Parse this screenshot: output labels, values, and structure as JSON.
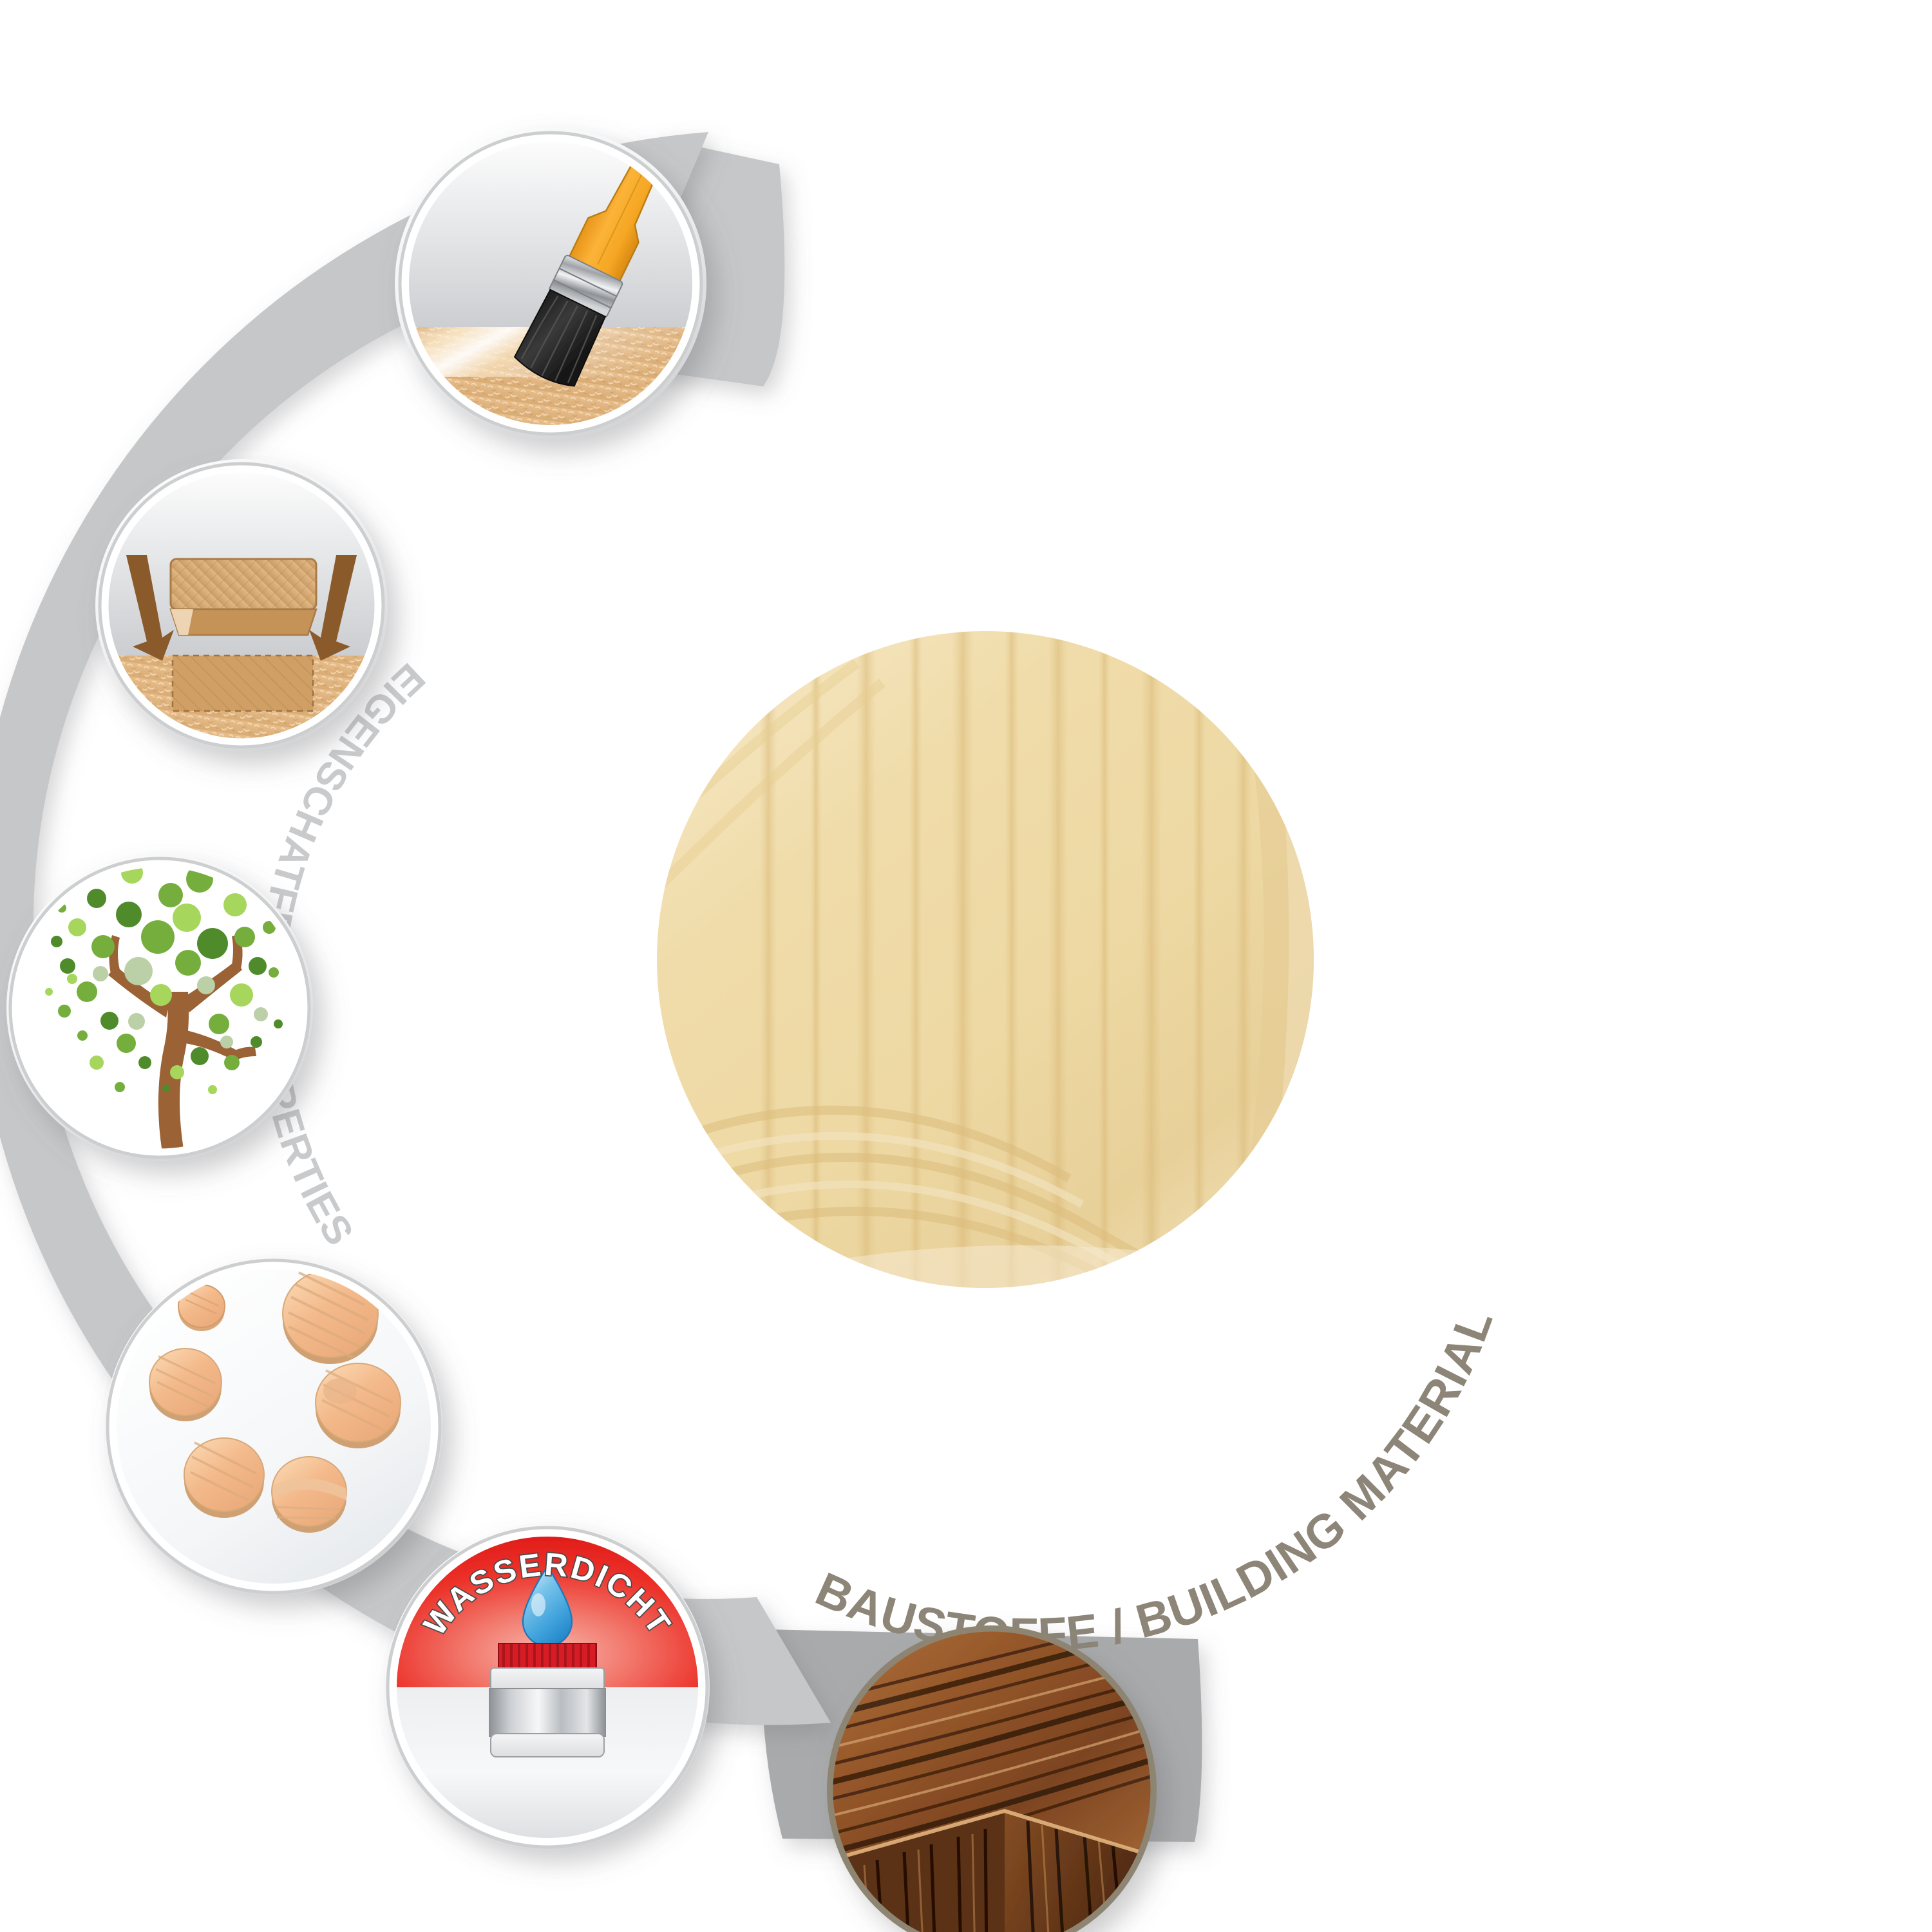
{
  "graphic": {
    "type": "circular-feature-diagram",
    "subject": "wood / timber building materials",
    "background_color": "#ffffff",
    "arc_color": "#c6c7c9",
    "arc_tab_color": "#b3b4b6"
  },
  "labels": {
    "left_arc": {
      "name": "properties-arc-label",
      "text": "EIGENSCHATFEN / PROPERTIES",
      "color": "#c9cacc",
      "orientation": "curved-vertical-left"
    },
    "right_arc": {
      "name": "building-materials-arc-label",
      "text": "BAUSTOFFE / BUILDING MATERIALS",
      "color": "#8c8578",
      "orientation": "curved-lower-right"
    }
  },
  "center": {
    "name": "center-wood-photo",
    "alt": "light pine wood block with vertical grain",
    "colors": [
      "#f7e6bd",
      "#eed9a6",
      "#e3c98c",
      "#f5eed9",
      "#dcc387"
    ]
  },
  "badges": [
    {
      "id": "paint-coating",
      "name": "paint-brush-icon",
      "alt": "paintbrush applying coating to wood surface",
      "kind": "illustration",
      "colors": {
        "handle": "#f5a623",
        "ferrule": "#b9bcbe",
        "bristles": "#2b2b2b",
        "surface": "#ddb27e",
        "sheen": "#ffffff"
      }
    },
    {
      "id": "insert-joint",
      "name": "wood-insert-icon",
      "alt": "wood block being pressed into a routed recess, two arrows",
      "kind": "illustration",
      "colors": {
        "block": "#d6ab77",
        "recess": "#c89a63",
        "surface": "#ddb27e",
        "arrow": "#8a5a2b"
      }
    },
    {
      "id": "sustainable-tree",
      "name": "tree-icon",
      "alt": "stylised tree with dotted green foliage",
      "kind": "illustration",
      "colors": {
        "trunk": "#9a6234",
        "leaf_dark": "#4f8b2b",
        "leaf_mid": "#74ae3d",
        "leaf_light": "#a6d65c",
        "leaf_pale": "#bcd0a8"
      }
    },
    {
      "id": "wood-plugs",
      "name": "wood-dowel-plugs-photo",
      "alt": "six round wooden dowel plugs on white background",
      "kind": "photo",
      "colors": {
        "plug_top": "#f0b486",
        "plug_light": "#f6d3ae",
        "plug_edge": "#d8a878",
        "bg": "#f4f5f7"
      }
    },
    {
      "id": "waterproof",
      "name": "waterproof-badge",
      "alt": "waterproof seal with droplet and sealed jar",
      "kind": "illustration",
      "badge_text": "WASSERDICHT",
      "badge_text_color": "#ffffff",
      "colors": {
        "red_top": "#ef2a25",
        "red_light": "#f2897f",
        "bottom": "#e9eaec",
        "drop": "#5fb9e8",
        "drop_dark": "#2b8fcc",
        "cap": "#d81f26",
        "jar": "#b7babd"
      }
    },
    {
      "id": "hardwood-block",
      "name": "hardwood-block-photo",
      "alt": "dark striped hardwood block with strong grain",
      "kind": "photo",
      "colors": [
        "#9c5b2b",
        "#7b4420",
        "#43240f",
        "#c08a52",
        "#2a1509"
      ]
    }
  ]
}
